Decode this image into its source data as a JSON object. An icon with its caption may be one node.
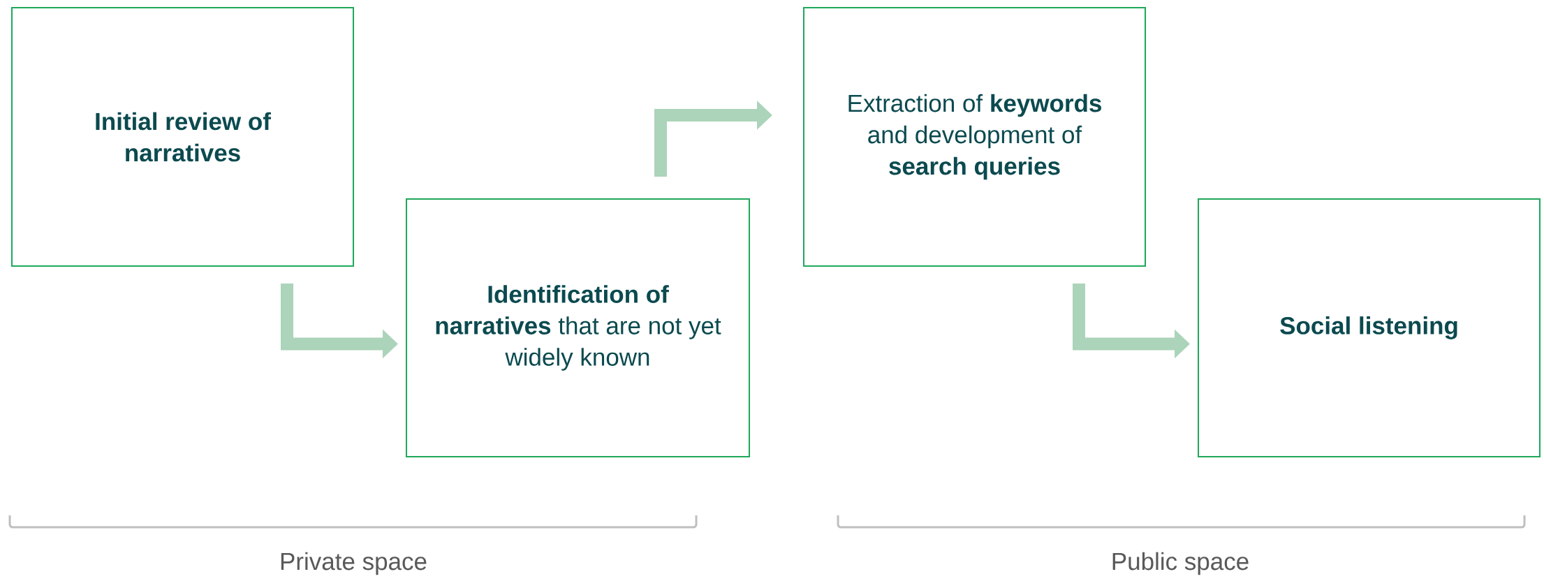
{
  "diagram": {
    "nodes": [
      {
        "text": [
          "Initial review of narratives"
        ]
      },
      {
        "text": [
          "**Identification of narratives** that are not yet widely known"
        ]
      },
      {
        "text": [
          "Extraction of **keywords** and development of **search queries**"
        ]
      },
      {
        "text": [
          "Social listening"
        ]
      }
    ],
    "edges": [
      {
        "from": 0,
        "to": 1,
        "arrow": "to"
      },
      {
        "from": 1,
        "to": 2,
        "arrow": "to"
      },
      {
        "from": 2,
        "to": 3,
        "arrow": "to"
      }
    ],
    "labels": [
      "Private space",
      "Public space"
    ]
  }
}
